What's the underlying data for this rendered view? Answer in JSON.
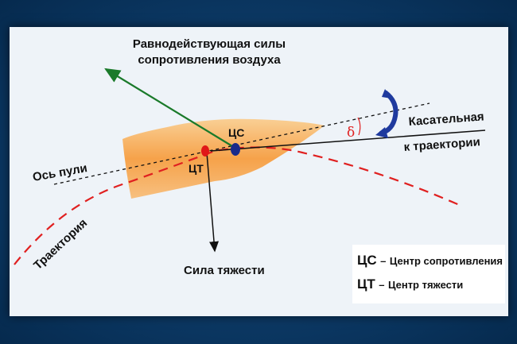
{
  "title_line1": "Равнодействующая силы",
  "title_line2": "сопротивления воздуха",
  "labels": {
    "cs": "ЦС",
    "ct": "ЦТ",
    "bullet_axis": "Ось пули",
    "trajectory": "Траектория",
    "gravity": "Сила тяжести",
    "tangent_line1": "Касательная",
    "tangent_line2": "к траектории",
    "angle": "δ"
  },
  "legend": [
    {
      "key": "ЦС",
      "dash": "–",
      "value": "Центр сопротивления"
    },
    {
      "key": "ЦТ",
      "dash": "–",
      "value": "Центр тяжести"
    }
  ],
  "colors": {
    "air_resistance": "#1a7a2a",
    "trajectory": "#e02020",
    "cs_dot": "#1a2a8a",
    "ct_dot": "#e01818",
    "bullet": "#f5a955",
    "rotation": "#1f3a9e"
  }
}
